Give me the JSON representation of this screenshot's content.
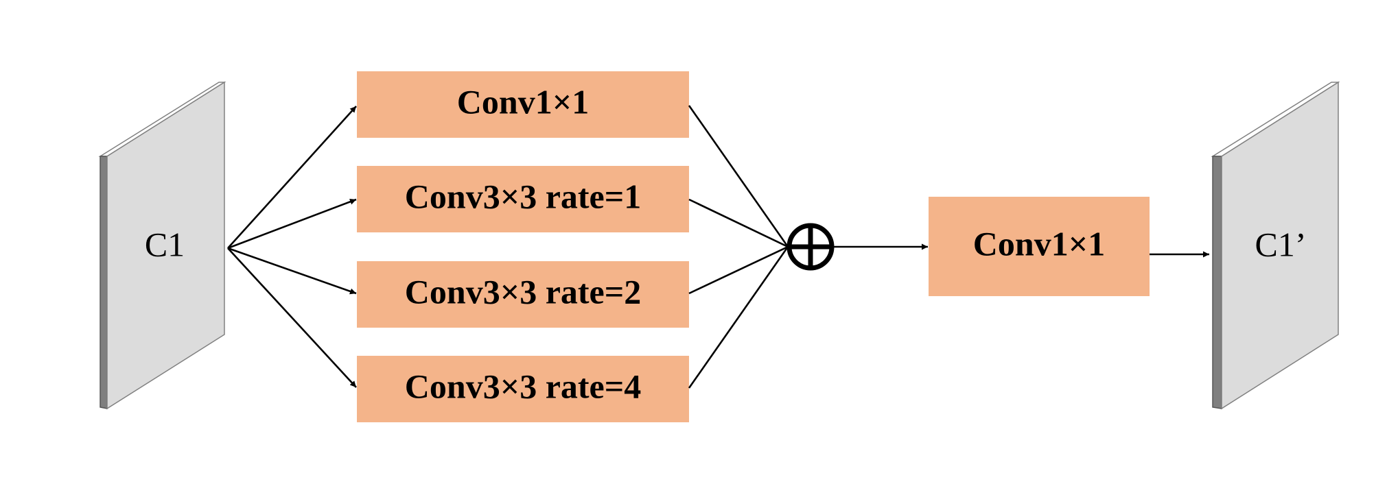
{
  "diagram": {
    "input_map": {
      "label": "C1"
    },
    "output_map": {
      "label": "C1’"
    },
    "branches": [
      {
        "label": "Conv1×1"
      },
      {
        "label": "Conv3×3 rate=1"
      },
      {
        "label": "Conv3×3 rate=2"
      },
      {
        "label": "Conv3×3 rate=4"
      }
    ],
    "fusion_conv": {
      "label": "Conv1×1"
    },
    "sum_node": {
      "symbol": "circled-plus-icon"
    },
    "colors": {
      "box_fill": "#F4B48A",
      "map_face": "#DCDCDC",
      "map_side": "#7F7F7F",
      "map_top": "#FFFFFF",
      "stroke": "#000000"
    }
  }
}
